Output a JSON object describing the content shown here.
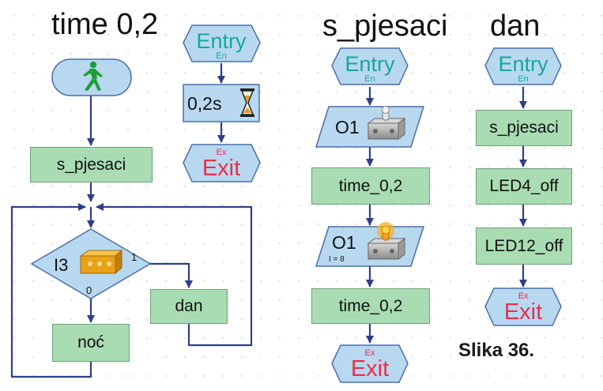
{
  "flowcharts": {
    "main": {
      "title": "time  0,2",
      "start_icon": "walking-man-icon",
      "step1": "s_pjesaci",
      "branch": {
        "input": "I3",
        "true_label": "1",
        "false_label": "0"
      },
      "true_box": "dan",
      "false_box": "noć"
    },
    "time_0_2": {
      "entry": "Entry",
      "entry_sub": "En",
      "delay": "0,2s",
      "delay_icon": "hourglass-icon",
      "exit": "Exit",
      "exit_sub": "Ex"
    },
    "s_pjesaci": {
      "title": "s_pjesaci",
      "entry": "Entry",
      "entry_sub": "En",
      "out1": "O1",
      "out1_icon": "lamp-off-icon",
      "step1": "time_0,2",
      "out2": "O1",
      "out2_sub": "I = 8",
      "out2_icon": "lamp-on-icon",
      "step2": "time_0,2",
      "exit": "Exit",
      "exit_sub": "Ex"
    },
    "dan": {
      "title": "dan",
      "entry": "Entry",
      "entry_sub": "En",
      "step1": "s_pjesaci",
      "step2": "LED4_off",
      "step3": "LED12_off",
      "exit": "Exit",
      "exit_sub": "Ex"
    }
  },
  "caption": "Slika 36.",
  "colors": {
    "process_fill": "#a9dcb2",
    "io_fill": "#b8d8f0",
    "entry_text": "#13a89e",
    "exit_text": "#e8304a",
    "connector": "#2e3f8a"
  }
}
